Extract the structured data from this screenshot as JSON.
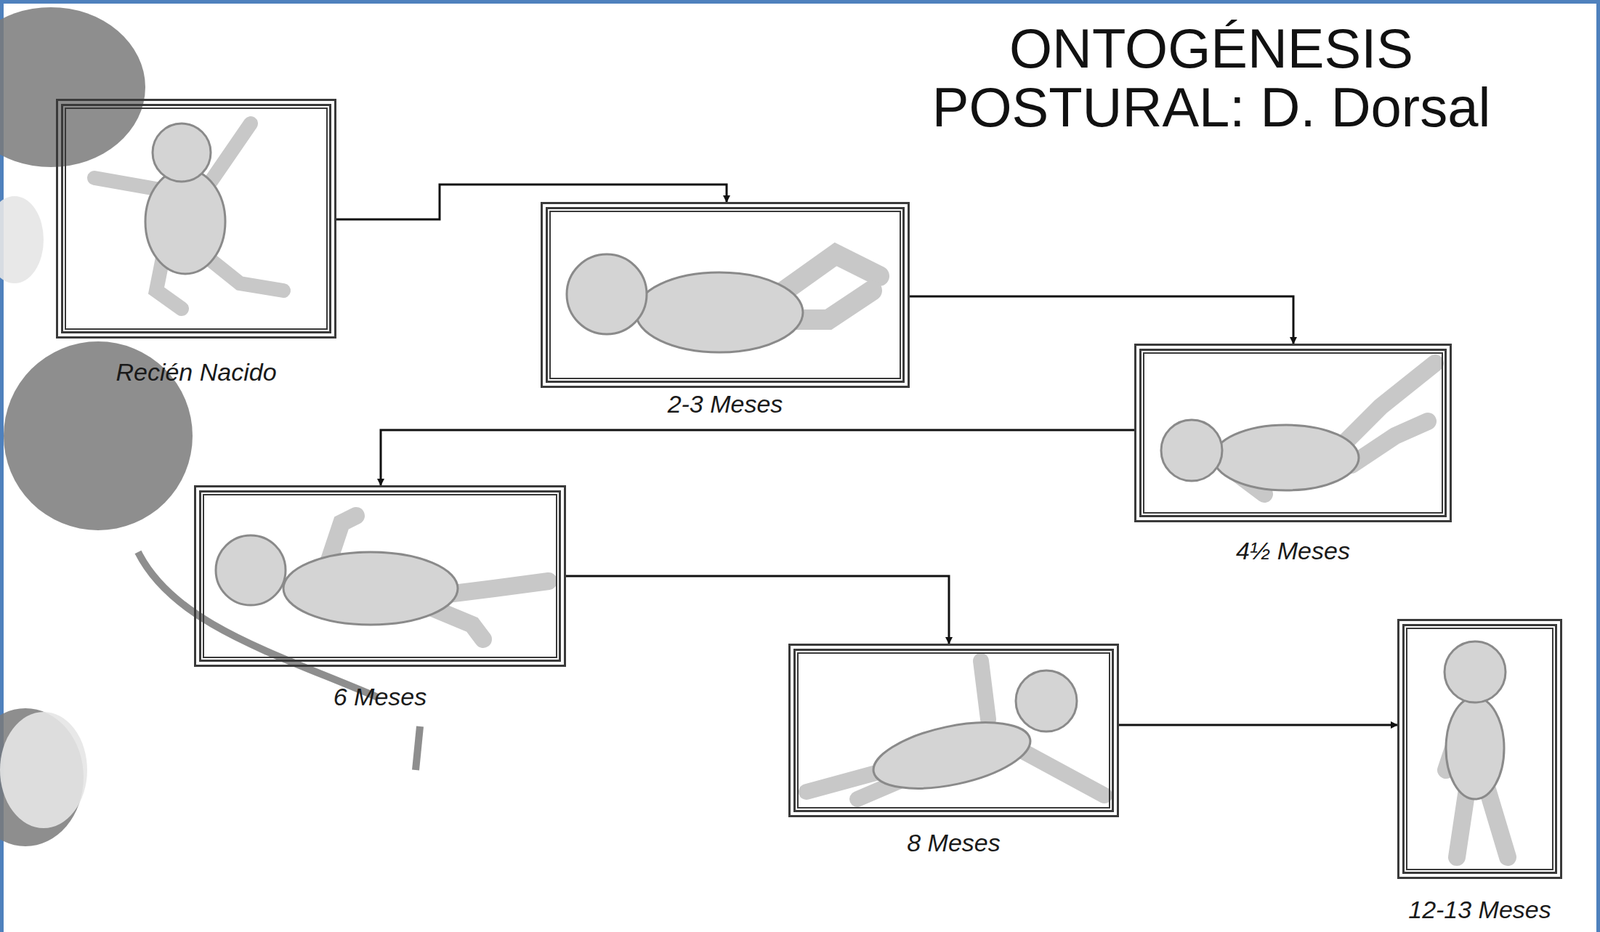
{
  "diagram": {
    "title": "ONTOGÉNESIS POSTURAL: D. Dorsal",
    "nodes": [
      {
        "text": [
          "Recién Nacido"
        ]
      },
      {
        "text": [
          "2-3 Meses"
        ]
      },
      {
        "text": [
          "4½ Meses"
        ]
      },
      {
        "text": [
          "6 Meses"
        ]
      },
      {
        "text": [
          "8 Meses"
        ]
      },
      {
        "text": [
          "12-13 Meses"
        ]
      }
    ],
    "edges": [
      {
        "from": 0,
        "to": 1,
        "arrow": "to"
      },
      {
        "from": 1,
        "to": 2,
        "arrow": "to"
      },
      {
        "from": 2,
        "to": 3,
        "arrow": "to"
      },
      {
        "from": 3,
        "to": 4,
        "arrow": "to"
      },
      {
        "from": 4,
        "to": 5,
        "arrow": "to"
      }
    ]
  }
}
